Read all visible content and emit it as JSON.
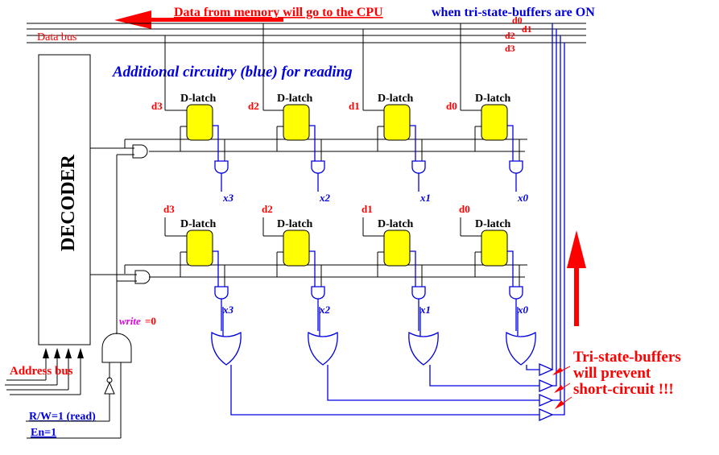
{
  "title": {
    "red_part": "Data from memory will go to the CPU",
    "blue_part": "when tri-state-buffers are ON"
  },
  "data_bus_label": "Data bus",
  "bus_bit_labels": [
    "d0",
    "d1",
    "d2",
    "d3"
  ],
  "subtitle": "Additional circuitry (blue) for reading",
  "decoder_label": "DECODER",
  "latch_label": "D-latch",
  "rows": [
    {
      "cells": [
        {
          "data_in": "d3",
          "output": "x3"
        },
        {
          "data_in": "d2",
          "output": "x2"
        },
        {
          "data_in": "d1",
          "output": "x1"
        },
        {
          "data_in": "d0",
          "output": "x0"
        }
      ]
    },
    {
      "cells": [
        {
          "data_in": "d3",
          "output": "x3"
        },
        {
          "data_in": "d2",
          "output": "x2"
        },
        {
          "data_in": "d1",
          "output": "x1"
        },
        {
          "data_in": "d0",
          "output": "x0"
        }
      ]
    }
  ],
  "write_signal": {
    "name": "write",
    "value": "=0"
  },
  "address_bus_label": "Address bus",
  "rw_label": "R/W=1 (read)",
  "en_label": "En=1",
  "tristate_note": [
    "Tri-state-buffers",
    "will prevent",
    "short-circuit !!!"
  ],
  "colors": {
    "data_red": "#ff0000",
    "read_blue": "#0000e0",
    "latch_yellow": "#ffff00",
    "write_magenta": "#e000e0"
  }
}
